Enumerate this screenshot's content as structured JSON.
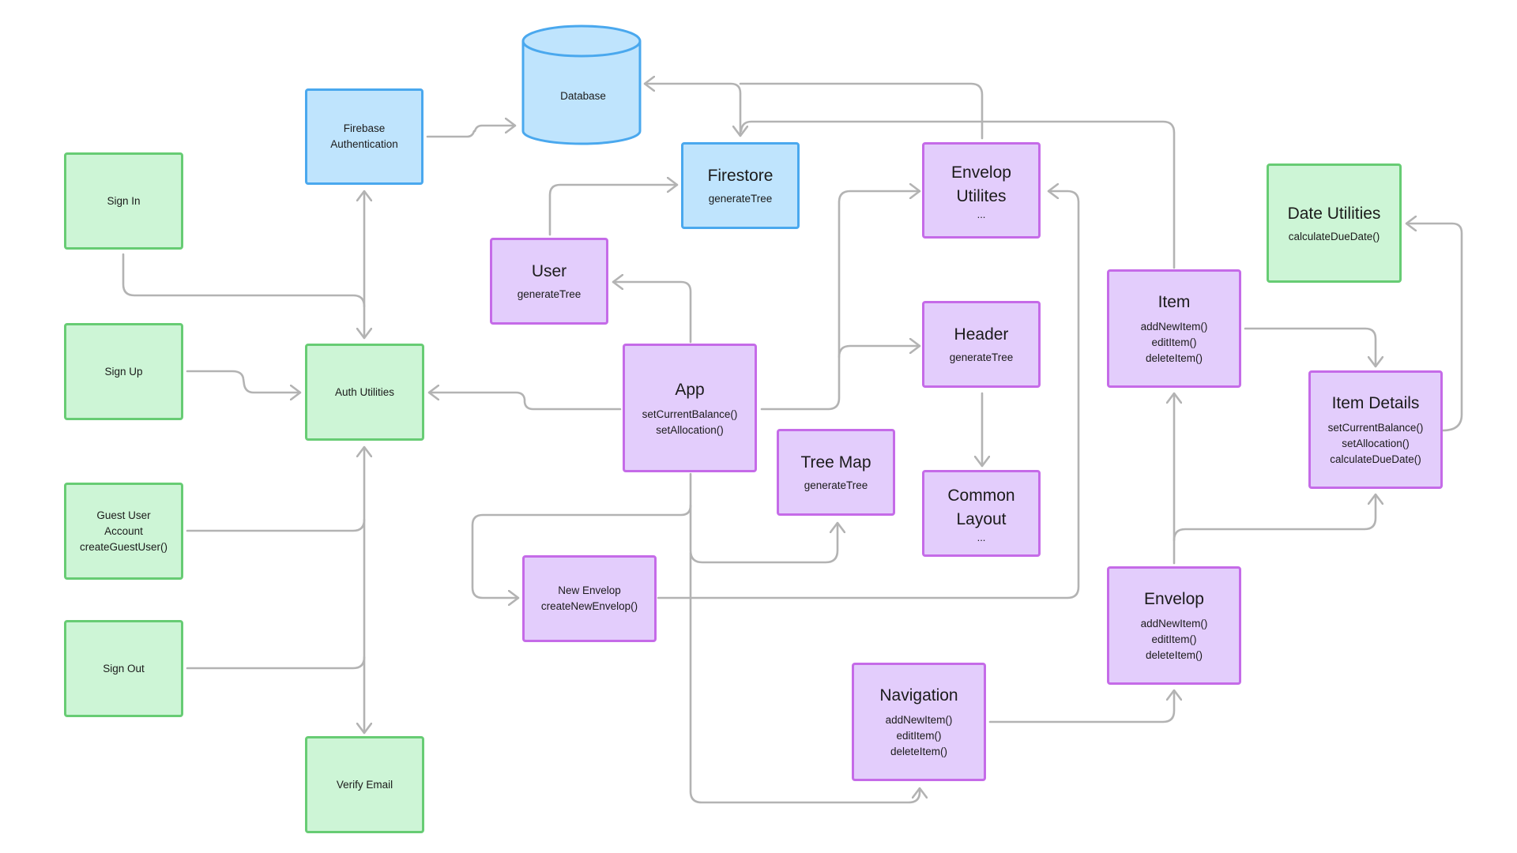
{
  "colors": {
    "green_fill": "#cdf5d6",
    "green_border": "#67cc74",
    "blue_fill": "#bfe4fd",
    "blue_border": "#4aa8ee",
    "purple_fill": "#e3cdfc",
    "purple_border": "#c56be8",
    "connector": "#b3b3b3"
  },
  "nodes": {
    "database": {
      "label": "Database"
    },
    "firebase_auth": {
      "line1": "Firebase",
      "line2": "Authentication"
    },
    "sign_in": {
      "label": "Sign In"
    },
    "sign_up": {
      "label": "Sign Up"
    },
    "guest_user": {
      "line1": "Guest User",
      "line2": "Account",
      "line3": "createGuestUser()"
    },
    "sign_out": {
      "label": "Sign Out"
    },
    "verify_email": {
      "label": "Verify Email"
    },
    "auth_utilities": {
      "label": "Auth Utilities"
    },
    "firestore": {
      "title": "Firestore",
      "sub": "generateTree"
    },
    "user": {
      "title": "User",
      "sub": "generateTree"
    },
    "app": {
      "title": "App",
      "line1": "setCurrentBalance()",
      "line2": "setAllocation()"
    },
    "envelop_utilites": {
      "title1": "Envelop",
      "title2": "Utilites",
      "sub": "..."
    },
    "header": {
      "title": "Header",
      "sub": "generateTree"
    },
    "common_layout": {
      "title1": "Common",
      "title2": "Layout",
      "sub": "..."
    },
    "tree_map": {
      "title": "Tree Map",
      "sub": "generateTree"
    },
    "new_envelop": {
      "line1": "New Envelop",
      "line2": "createNewEnvelop()"
    },
    "item": {
      "title": "Item",
      "line1": "addNewItem()",
      "line2": "editItem()",
      "line3": "deleteItem()"
    },
    "date_utilities": {
      "title": "Date Utilities",
      "sub": "calculateDueDate()"
    },
    "item_details": {
      "title": "Item Details",
      "line1": "setCurrentBalance()",
      "line2": "setAllocation()",
      "line3": "calculateDueDate()"
    },
    "envelop": {
      "title": "Envelop",
      "line1": "addNewItem()",
      "line2": "editItem()",
      "line3": "deleteItem()"
    },
    "navigation": {
      "title": "Navigation",
      "line1": "addNewItem()",
      "line2": "editItem()",
      "line3": "deleteItem()"
    }
  }
}
